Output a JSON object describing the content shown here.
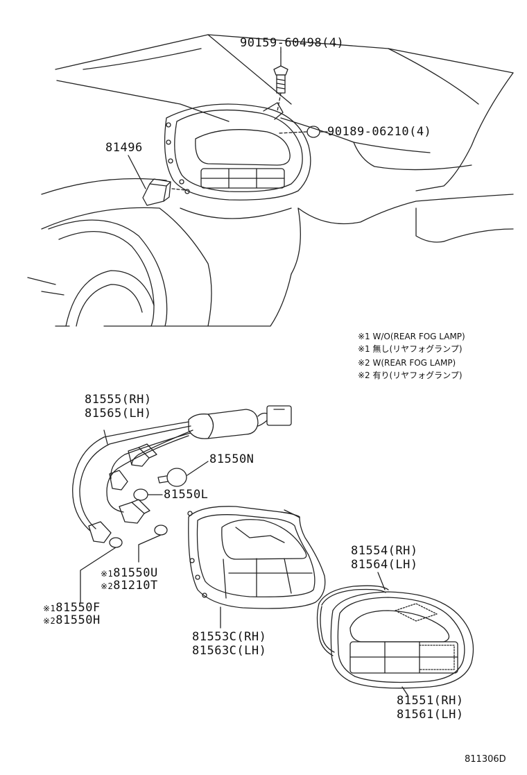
{
  "labels": {
    "screw": "90159-60498(4)",
    "grommet": "90189-06210(4)",
    "bracket": "81496",
    "socket_wire_rh": "81555(RH)",
    "socket_wire_lh": "81565(LH)",
    "bulb_n": "81550N",
    "bulb_l": "81550L",
    "bulb_u": "81550U",
    "bulb_t": "81210T",
    "bulb_f": "81550F",
    "bulb_h": "81550H",
    "gasket_rh": "81554(RH)",
    "gasket_lh": "81564(LH)",
    "body_rh": "81553C(RH)",
    "body_lh": "81563C(LH)",
    "lens_rh": "81551(RH)",
    "lens_lh": "81561(LH)",
    "mark1": "※1",
    "mark2": "※2"
  },
  "notes": {
    "n1_en": "※1 W/O(REAR FOG LAMP)",
    "n1_jp": "※1 無し(リヤフォグランプ)",
    "n2_en": "※2 W(REAR FOG LAMP)",
    "n2_jp": "※2 有り(リヤフォグランプ)"
  },
  "figure_id": "811306D"
}
